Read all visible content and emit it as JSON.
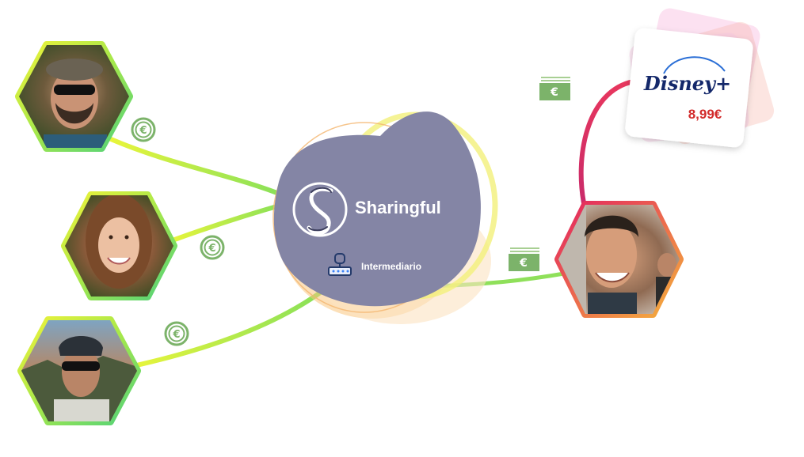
{
  "hub": {
    "name": "Sharingful",
    "role": "Intermediario"
  },
  "service": {
    "name": "Disney+",
    "price": "8,99€"
  },
  "currency_symbol": "€",
  "participants": [
    {
      "id": "member-1",
      "role": "member"
    },
    {
      "id": "member-2",
      "role": "member"
    },
    {
      "id": "member-3",
      "role": "member"
    },
    {
      "id": "owner",
      "role": "owner"
    }
  ],
  "colors": {
    "hub_fill": "#8485a5",
    "member_line": "#9be15d",
    "owner_line": "#e0245e",
    "money_green": "#7cb36a",
    "price_red": "#d22b2b",
    "disney_navy": "#14286a"
  }
}
